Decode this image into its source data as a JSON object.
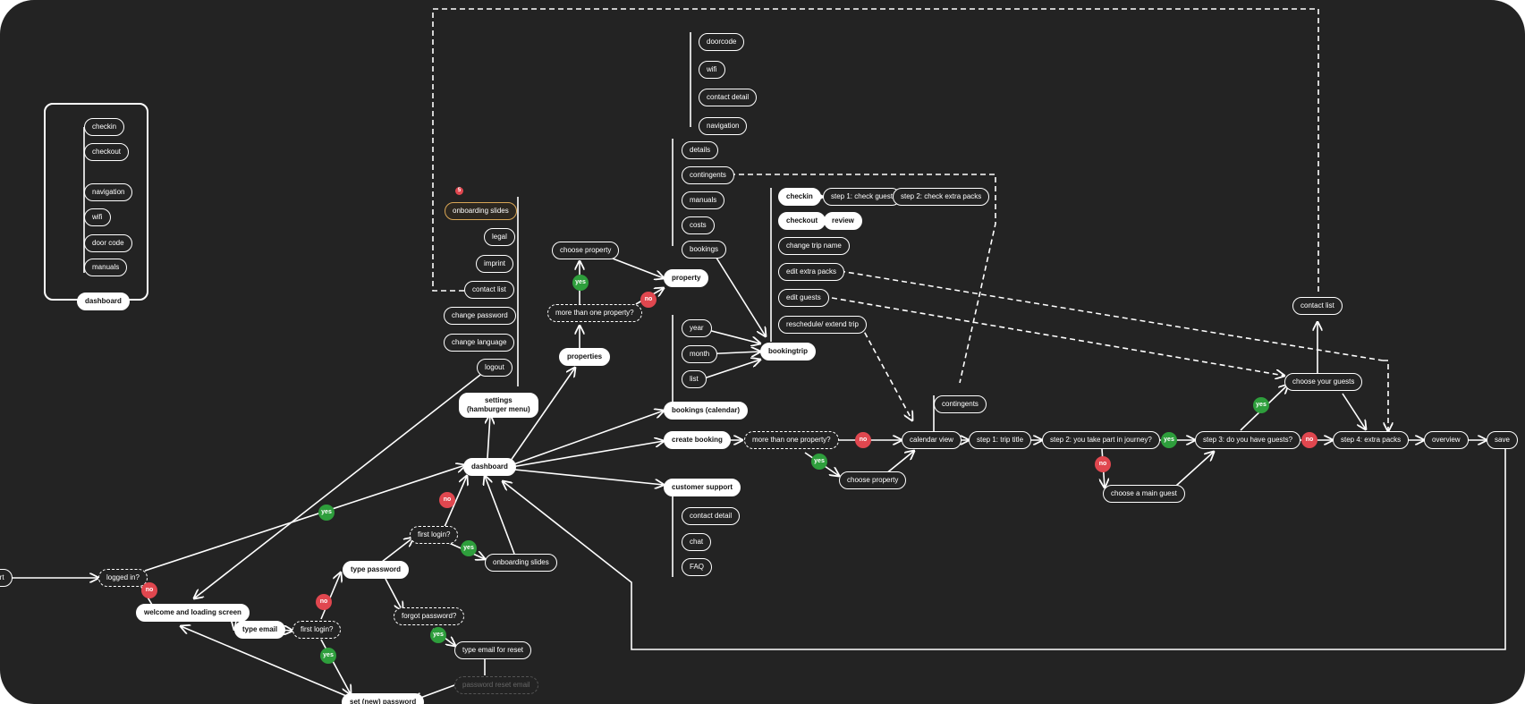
{
  "colors": {
    "background": "#232323",
    "line": "#ffffff",
    "yes": "#2e9e3c",
    "no": "#e0474f",
    "highlight": "#d9a655"
  },
  "legend": {
    "items": [
      "checkin",
      "checkout",
      "navigation",
      "wifi",
      "door code",
      "manuals"
    ],
    "root": "dashboard"
  },
  "entry": {
    "start": "start",
    "logged_in": "logged in?",
    "welcome": "welcome and loading screen",
    "type_email": "type email",
    "first_login_1": "first login?",
    "type_password": "type password",
    "first_login_2": "first login?",
    "forgot_password": "forgot password?",
    "type_email_reset": "type email for reset",
    "reset_email": "password reset email",
    "set_password": "set (new) password",
    "onboarding": "onboarding slides"
  },
  "menu": {
    "badge_count": "5",
    "items": [
      "onboarding slides",
      "legal",
      "imprint",
      "contact list",
      "change password",
      "change language",
      "logout"
    ],
    "settings": "settings\n(hamburger menu)"
  },
  "hub": {
    "dashboard": "dashboard",
    "properties": "properties",
    "more_than_one_property": "more than one property?",
    "choose_property": "choose property",
    "property": "property",
    "property_items": [
      "details",
      "contingents",
      "manuals",
      "costs",
      "bookings"
    ],
    "details_items": [
      "doorcode",
      "wifi",
      "contact detail",
      "navigation"
    ],
    "bookings_calendar": "bookings (calendar)",
    "calendar_items": [
      "year",
      "month",
      "list"
    ],
    "create_booking": "create booking",
    "customer_support": "customer support",
    "support_items": [
      "contact detail",
      "chat",
      "FAQ"
    ]
  },
  "booking_trip": {
    "bookingtrip": "bookingtrip",
    "checkin": "checkin",
    "step1_check_guest": "step 1: check guest",
    "step2_check_extra": "step 2: check extra packs",
    "checkout": "checkout",
    "review": "review",
    "items": [
      "change trip name",
      "edit extra packs",
      "edit guests",
      "reschedule/ extend trip"
    ]
  },
  "flow": {
    "more_than_one_property": "more than one property?",
    "choose_property": "choose property",
    "calendar_view": "calendar view",
    "contingents": "contingents",
    "step1": "step 1: trip title",
    "step2": "step 2: you take part in journey?",
    "choose_main_guest": "choose a main guest",
    "step3": "step 3: do you have guests?",
    "choose_guests": "choose your guests",
    "contact_list": "contact list",
    "step4": "step 4: extra packs",
    "overview": "overview",
    "save": "save"
  },
  "answers": {
    "yes": "yes",
    "no": "no"
  }
}
